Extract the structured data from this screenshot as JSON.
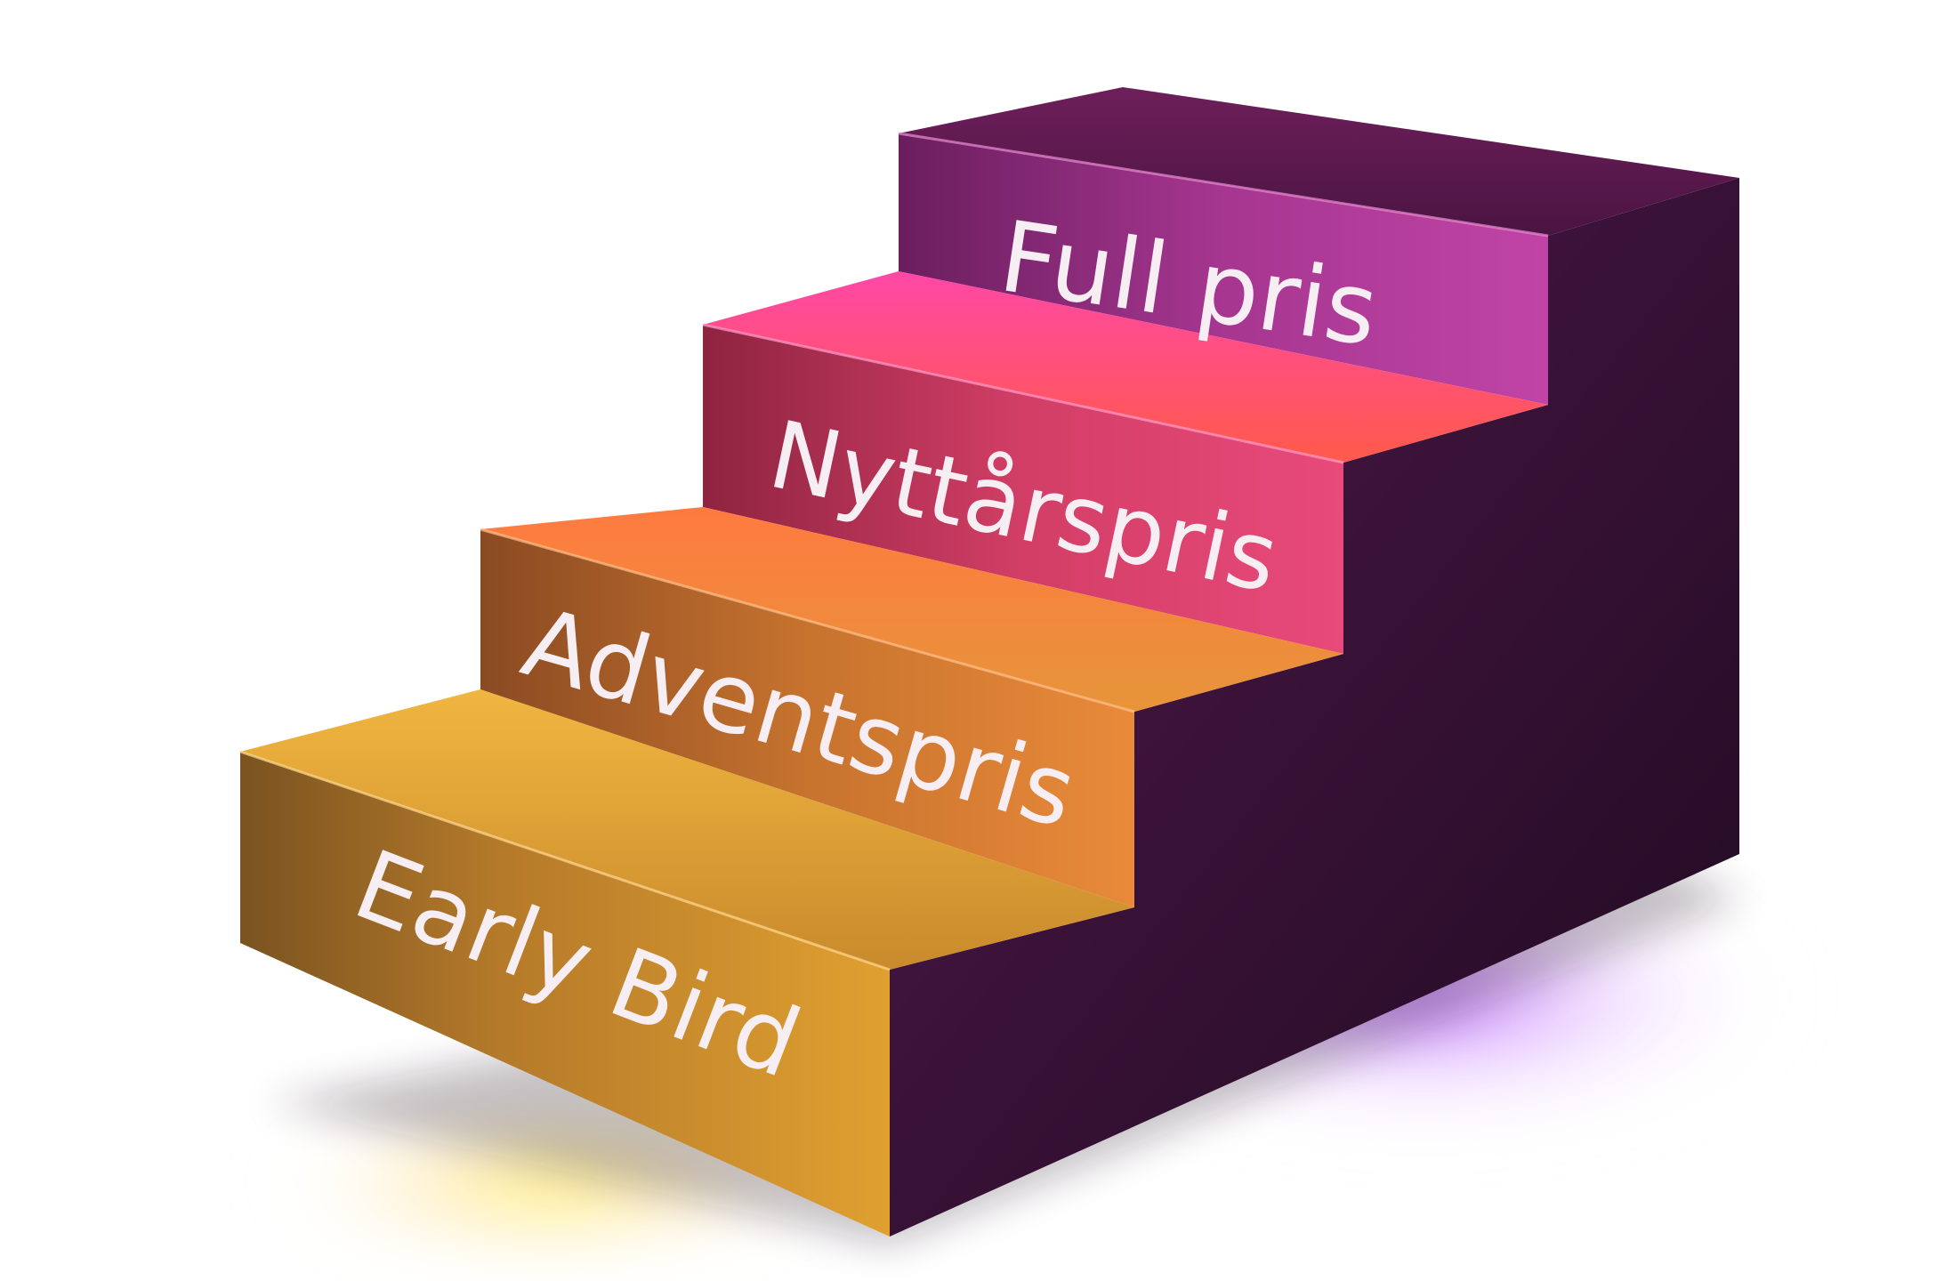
{
  "stairs": {
    "steps": [
      {
        "label": "Early Bird",
        "color": "#e0a030"
      },
      {
        "label": "Adventspris",
        "color": "#e8803a"
      },
      {
        "label": "Nyttårspris",
        "color": "#e84a7a"
      },
      {
        "label": "Full pris",
        "color": "#b43a9a"
      }
    ],
    "side_color": "#3a1238",
    "glow_colors": [
      "#ffe640",
      "#b050ff"
    ]
  }
}
